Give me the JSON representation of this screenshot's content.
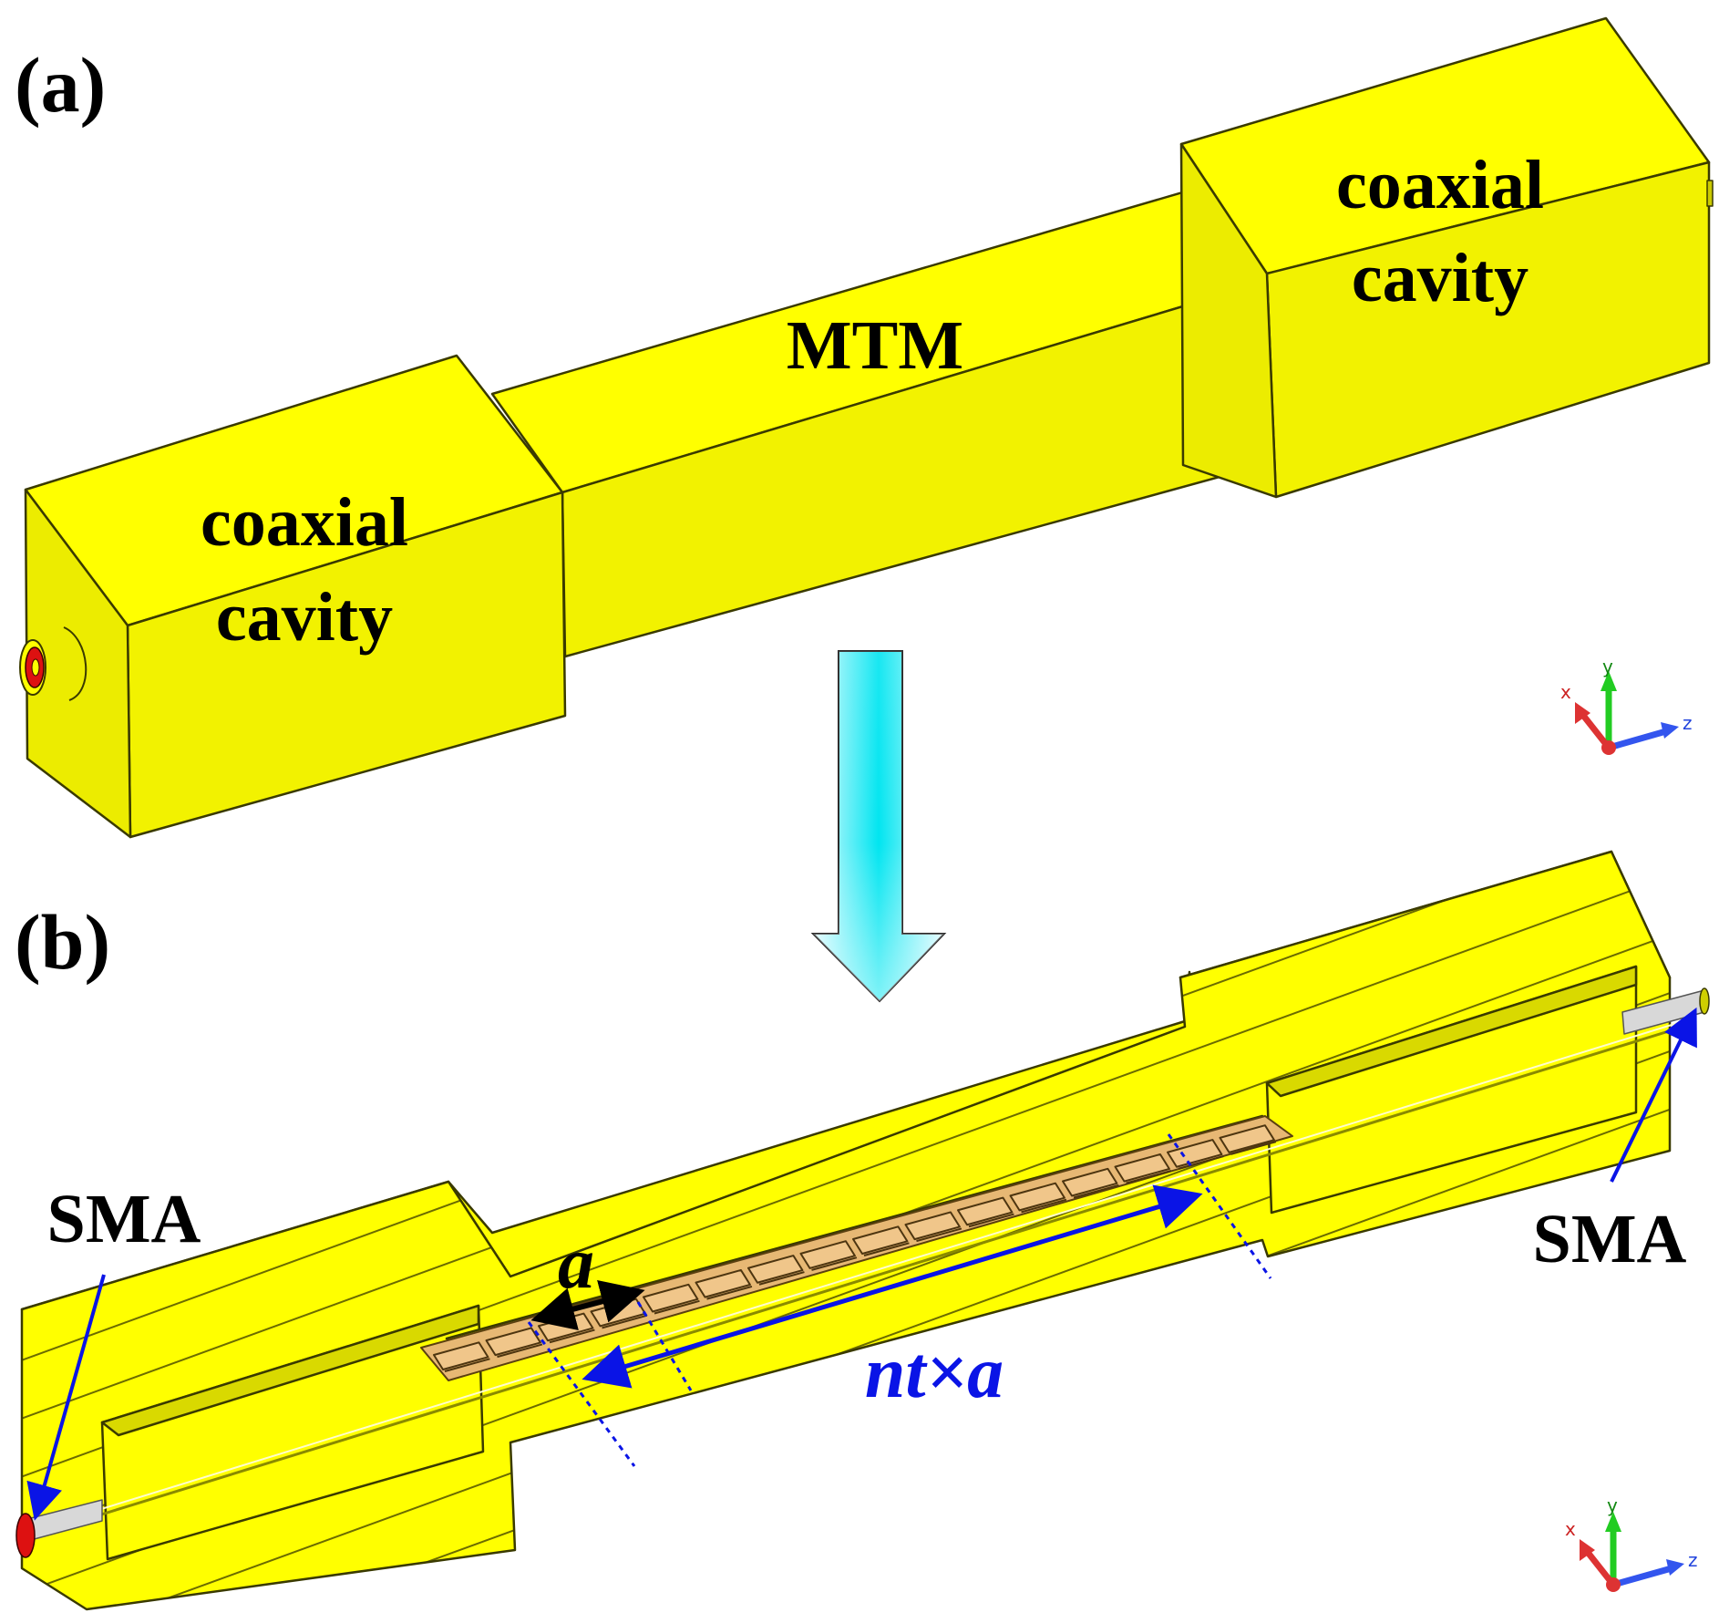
{
  "panels": {
    "a": {
      "label": "(a)",
      "left_cavity": {
        "line1": "coaxial",
        "line2": "cavity"
      },
      "right_cavity": {
        "line1": "coaxial",
        "line2": "cavity"
      },
      "middle": "MTM"
    },
    "b": {
      "label": "(b)",
      "left_port": "SMA",
      "right_port": "SMA",
      "unit_cell": "a",
      "length": "nt×a"
    }
  },
  "axes": {
    "x": "x",
    "y": "y",
    "z": "z"
  },
  "colors": {
    "metal": "#ffff00",
    "metal_dark": "#e9e900",
    "edge": "#3a3a00",
    "dimension_blue": "#0a14e6",
    "unit_cell": "#eac183",
    "arrow_cyan": "#00e5f0"
  }
}
